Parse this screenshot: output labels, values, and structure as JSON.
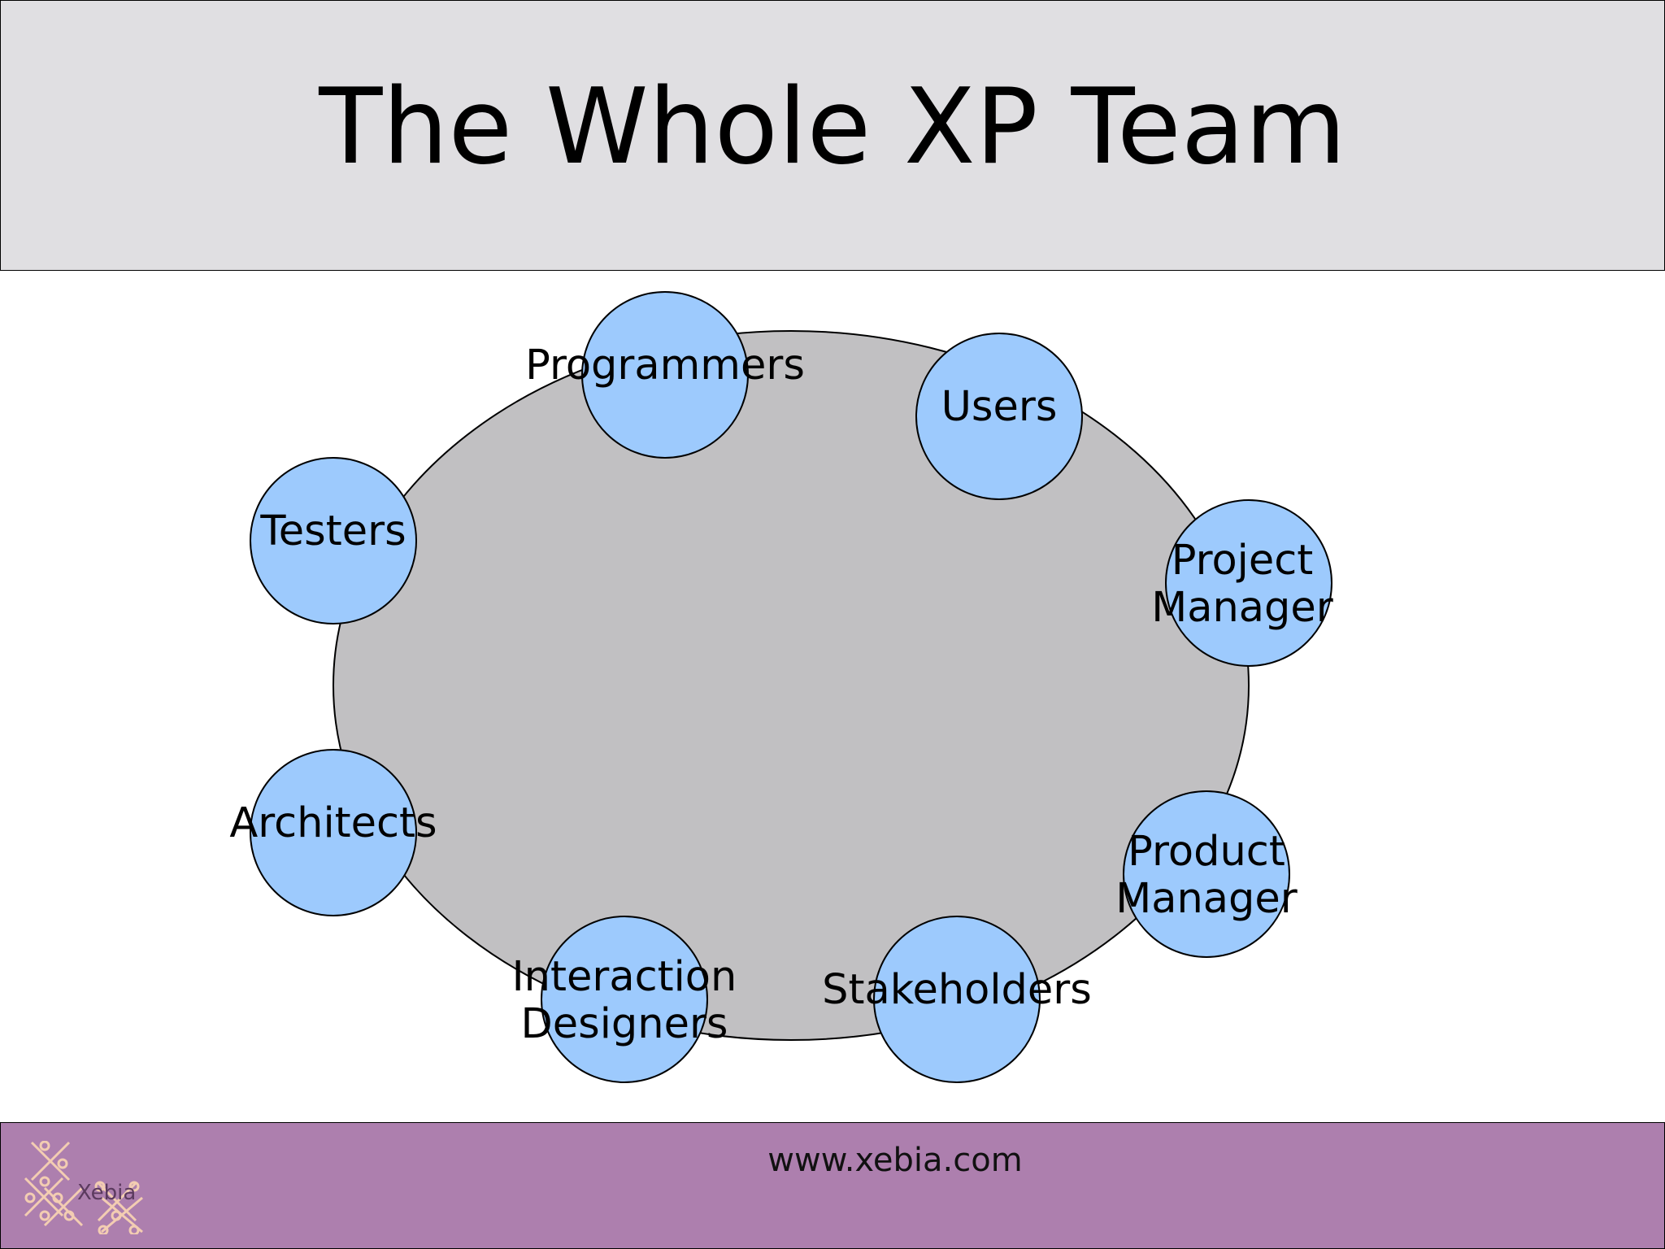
{
  "title": "The Whole XP Team",
  "colors": {
    "title_bg": "#e0dfe2",
    "ellipse_fill": "#c1c0c2",
    "node_fill": "#9dcafd",
    "footer_bg": "#ad7fae",
    "logo_color": "#f3cdb2"
  },
  "roles": [
    {
      "lines": [
        "Programmers"
      ]
    },
    {
      "lines": [
        "Users"
      ]
    },
    {
      "lines": [
        "Project",
        "Manager"
      ]
    },
    {
      "lines": [
        "Product",
        "Manager"
      ]
    },
    {
      "lines": [
        "Stakeholders"
      ]
    },
    {
      "lines": [
        "Interaction",
        "Designers"
      ]
    },
    {
      "lines": [
        "Architects"
      ]
    },
    {
      "lines": [
        "Testers"
      ]
    }
  ],
  "footer": {
    "url": "www.xebia.com",
    "logo_text": "Xebia"
  }
}
